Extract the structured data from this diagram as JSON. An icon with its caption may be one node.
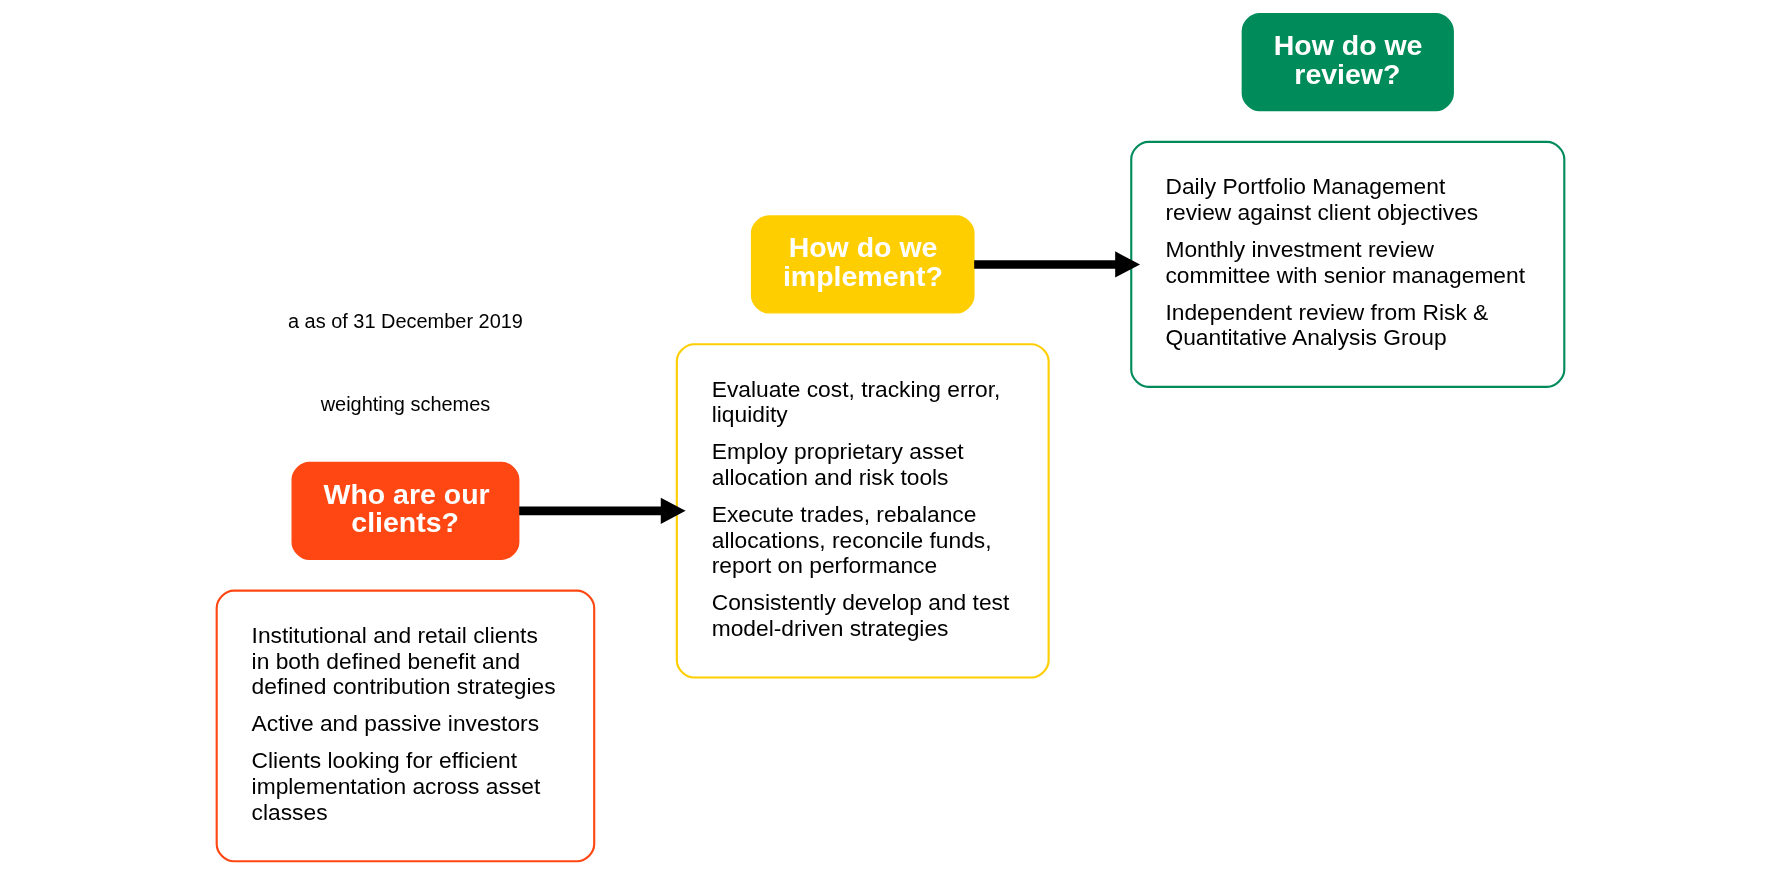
{
  "diagram": {
    "nodes": [
      {
        "text": [
          "Institutional and retail clients in both defined benefit and defined contribution strategies",
          "Active and passive investors",
          "Clients looking for efficient implementation across asset classes"
        ]
      },
      {
        "text": [
          "Who are our clients?"
        ]
      },
      {
        "text": [
          "Evaluate cost, tracking error, liquidity",
          "Employ proprietary asset allocation and risk tools",
          "Execute trades, rebalance allocations, reconcile funds, report on performance",
          "Consistently develop and test model-driven strategies"
        ]
      },
      {
        "text": [
          "How do we implement?"
        ]
      },
      {
        "text": [
          "Daily Portfolio Management review against client objectives",
          "Monthly investment review committee with senior management",
          "Independent review from Risk & Quantitative Analysis Group"
        ]
      },
      {
        "text": [
          "How do we review?"
        ]
      }
    ],
    "edges": [
      {
        "from": 1,
        "to": 2,
        "arrow": "to"
      },
      {
        "from": 3,
        "to": 4,
        "arrow": "to"
      }
    ],
    "labels": [
      "weighting schemes",
      "a as of 31 December 2019"
    ]
  }
}
